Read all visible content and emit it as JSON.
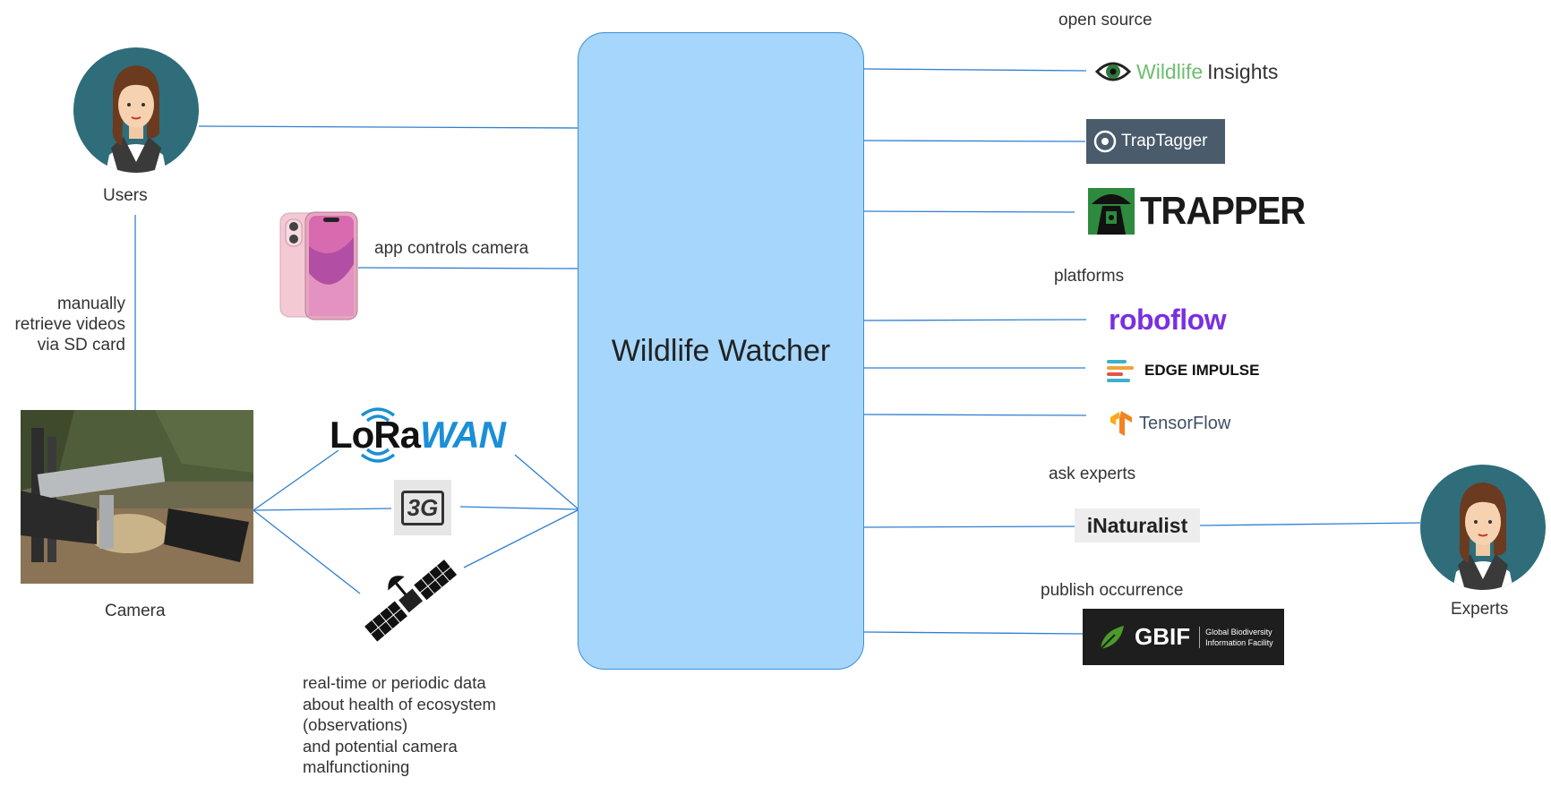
{
  "hub": {
    "title": "Wildlife Watcher"
  },
  "actors": {
    "users_label": "Users",
    "experts_label": "Experts",
    "camera_label": "Camera"
  },
  "edges": {
    "phone_label": "app controls camera",
    "users_camera_label": [
      "manually",
      "retrieve videos",
      "via SD card"
    ],
    "comms_note": [
      "real-time or periodic data",
      "about health of ecosystem",
      "(observations)",
      "and potential camera",
      "malfunctioning"
    ]
  },
  "groups": {
    "open_source": "open source",
    "platforms": "platforms",
    "ask_experts": "ask experts",
    "publish": "publish occurrence"
  },
  "logos": {
    "wildlife_insights": [
      "Wildlife",
      "Insights"
    ],
    "traptagger": "TrapTagger",
    "trapper": "TRAPPER",
    "roboflow": "roboflow",
    "edge_impulse": "EDGE IMPULSE",
    "tensorflow": "TensorFlow",
    "inaturalist": "iNaturalist",
    "gbif": "GBIF",
    "gbif_sub": [
      "Global Biodiversity",
      "Information Facility"
    ],
    "lorawan": [
      "LoRa",
      "WAN"
    ],
    "three_g": "3G"
  },
  "colors": {
    "hub_fill": "#a6d6fb",
    "line": "#2f7fcf",
    "avatar": "#2f6d7a",
    "roboflow": "#7a2fe0",
    "traptagger_bg": "#4a5b6b",
    "gbif_bg": "#1e1e1e",
    "lorawan_blue": "#1a8fd6"
  }
}
